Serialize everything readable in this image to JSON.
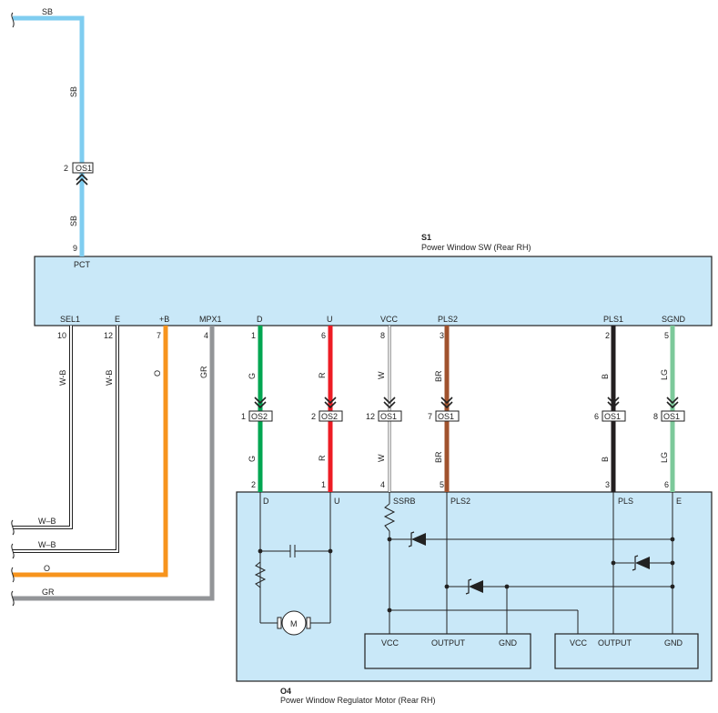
{
  "components": {
    "s1": {
      "code": "S1",
      "name": "Power Window SW (Rear RH)"
    },
    "o4": {
      "code": "O4",
      "name": "Power Window Regulator Motor (Rear RH)"
    }
  },
  "s1_top_pin": {
    "label": "PCT",
    "number": "9"
  },
  "s1_pins": [
    {
      "label": "SEL1",
      "number": "10"
    },
    {
      "label": "E",
      "number": "12"
    },
    {
      "label": "+B",
      "number": "7"
    },
    {
      "label": "MPX1",
      "number": "4"
    },
    {
      "label": "D",
      "number": "1"
    },
    {
      "label": "U",
      "number": "6"
    },
    {
      "label": "VCC",
      "number": "8"
    },
    {
      "label": "PLS2",
      "number": "3"
    },
    {
      "label": "PLS1",
      "number": "2"
    },
    {
      "label": "SGND",
      "number": "5"
    }
  ],
  "o4_pins": [
    {
      "label": "D",
      "number": "2"
    },
    {
      "label": "U",
      "number": "1"
    },
    {
      "label": "SSRB",
      "number": "4"
    },
    {
      "label": "PLS2",
      "number": "5"
    },
    {
      "label": "PLS",
      "number": "3"
    },
    {
      "label": "E",
      "number": "6"
    }
  ],
  "top_wire": {
    "color_code": "SB",
    "labels": [
      "SB",
      "SB",
      "SB"
    ],
    "color": "#7fcdf0"
  },
  "top_connector": {
    "name": "OS1",
    "pin": "2"
  },
  "connectors": [
    {
      "name": "OS2",
      "pin": "1"
    },
    {
      "name": "OS2",
      "pin": "2"
    },
    {
      "name": "OS1",
      "pin": "12"
    },
    {
      "name": "OS1",
      "pin": "7"
    },
    {
      "name": "OS1",
      "pin": "6"
    },
    {
      "name": "OS1",
      "pin": "8"
    }
  ],
  "wires": [
    {
      "code": "W-B",
      "color": "#ffffff"
    },
    {
      "code": "W-B",
      "color": "#ffffff"
    },
    {
      "code": "O",
      "color": "#f7941d"
    },
    {
      "code": "GR",
      "color": "#939598"
    },
    {
      "code": "G",
      "color": "#00a651"
    },
    {
      "code": "R",
      "color": "#ed1c24"
    },
    {
      "code": "W",
      "color": "#ffffff"
    },
    {
      "code": "BR",
      "color": "#a0522d"
    },
    {
      "code": "B",
      "color": "#231f20"
    },
    {
      "code": "LG",
      "color": "#7cc99a"
    }
  ],
  "left_wires": [
    {
      "code": "W–B"
    },
    {
      "code": "W–B"
    },
    {
      "code": "O"
    },
    {
      "code": "GR"
    }
  ],
  "lower_wire_labels": [
    "G",
    "R",
    "W",
    "BR",
    "B",
    "LG"
  ],
  "motor_label": "M",
  "ic_blocks": [
    {
      "pins": [
        "VCC",
        "OUTPUT",
        "GND"
      ]
    },
    {
      "pins": [
        "VCC",
        "OUTPUT",
        "GND"
      ]
    }
  ],
  "colors": {
    "box_fill": "#c9e8f8",
    "line": "#222222"
  }
}
